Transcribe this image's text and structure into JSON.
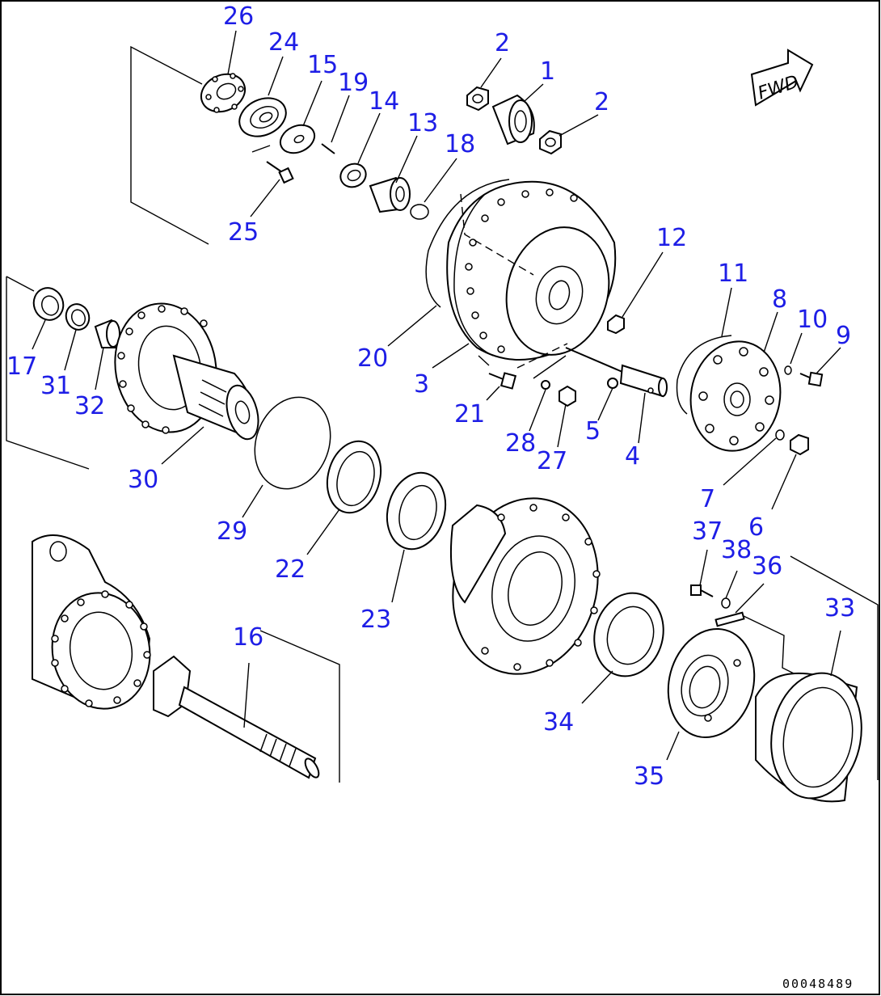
{
  "drawing": {
    "number": "00048489",
    "direction_label": "FWD"
  },
  "callouts": [
    "1",
    "2",
    "2",
    "3",
    "4",
    "5",
    "6",
    "7",
    "8",
    "9",
    "10",
    "11",
    "12",
    "13",
    "14",
    "15",
    "16",
    "17",
    "18",
    "19",
    "20",
    "21",
    "22",
    "23",
    "24",
    "25",
    "26",
    "27",
    "28",
    "29",
    "30",
    "31",
    "32",
    "33",
    "34",
    "35",
    "36",
    "37",
    "38"
  ],
  "colors": {
    "callout": "#1e1ee6",
    "line": "#000000",
    "background": "#ffffff"
  }
}
